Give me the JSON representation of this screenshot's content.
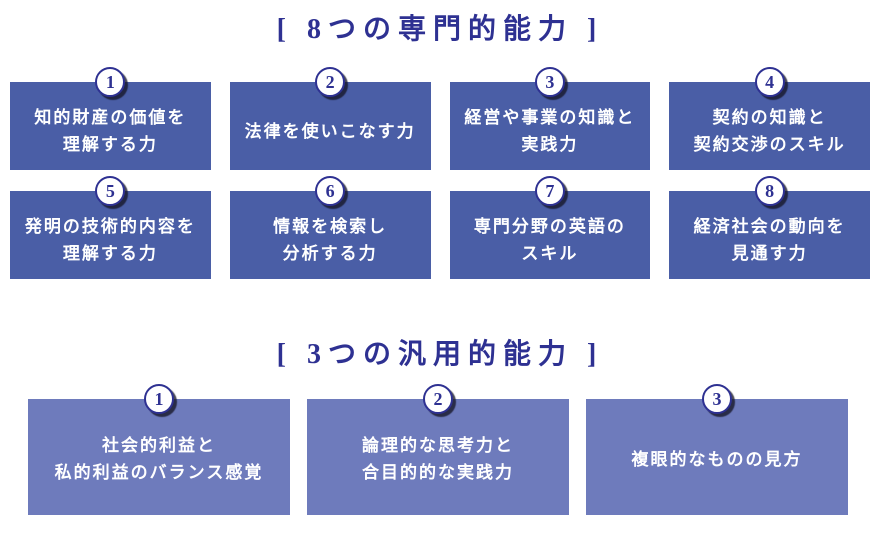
{
  "colors": {
    "title": "#2e3192",
    "box_specialized": "#4a5ea6",
    "box_general": "#6e7bbc",
    "badge_border": "#2e3192",
    "badge_text": "#2e3192",
    "box_text": "#ffffff"
  },
  "section1": {
    "title": "[ 8つの専門的能力 ]",
    "items": [
      {
        "num": "1",
        "text": "知的財産の価値を\n理解する力"
      },
      {
        "num": "2",
        "text": "法律を使いこなす力"
      },
      {
        "num": "3",
        "text": "経営や事業の知識と\n実践力"
      },
      {
        "num": "4",
        "text": "契約の知識と\n契約交渉のスキル"
      },
      {
        "num": "5",
        "text": "発明の技術的内容を\n理解する力"
      },
      {
        "num": "6",
        "text": "情報を検索し\n分析する力"
      },
      {
        "num": "7",
        "text": "専門分野の英語の\nスキル"
      },
      {
        "num": "8",
        "text": "経済社会の動向を\n見通す力"
      }
    ]
  },
  "section2": {
    "title": "[ 3つの汎用的能力 ]",
    "items": [
      {
        "num": "1",
        "text": "社会的利益と\n私的利益のバランス感覚"
      },
      {
        "num": "2",
        "text": "論理的な思考力と\n合目的的な実践力"
      },
      {
        "num": "3",
        "text": "複眼的なものの見方"
      }
    ]
  }
}
